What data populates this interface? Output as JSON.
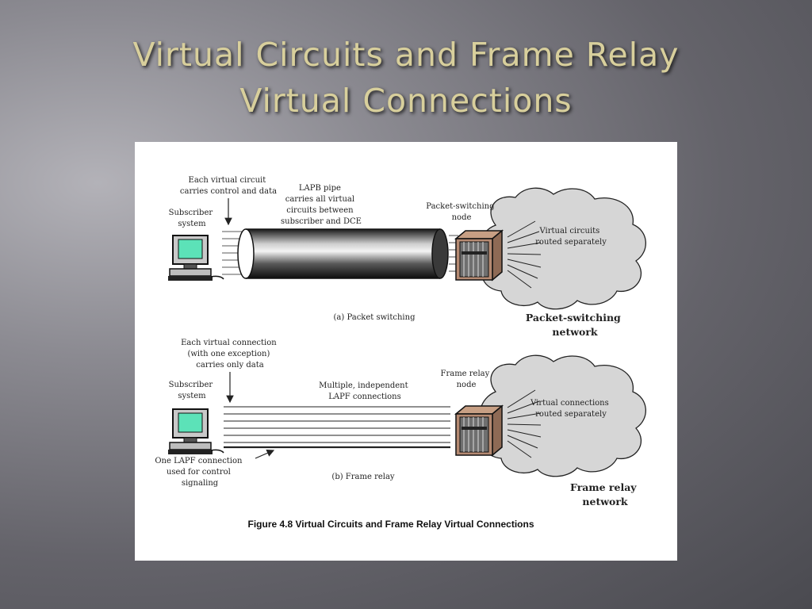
{
  "slide": {
    "title_line1": "Virtual Circuits and Frame Relay",
    "title_line2": "Virtual Connections"
  },
  "figure": {
    "panel_a": {
      "each_vc": [
        "Each virtual circuit",
        "carries control and data"
      ],
      "subscriber": [
        "Subscriber",
        "system"
      ],
      "pipe": [
        "LAPB pipe",
        "carries all virtual",
        "circuits between",
        "subscriber and DCE"
      ],
      "node": [
        "Packet-switching",
        "node"
      ],
      "cloud_text": [
        "Virtual circuits",
        "routed separately"
      ],
      "caption": "(a) Packet switching",
      "network": [
        "Packet-switching",
        "network"
      ]
    },
    "panel_b": {
      "each_vconn": [
        "Each virtual connection",
        "(with one exception)",
        "carries only data"
      ],
      "subscriber": [
        "Subscriber",
        "system"
      ],
      "multiple": [
        "Multiple, independent",
        "LAPF connections"
      ],
      "node": [
        "Frame relay",
        "node"
      ],
      "cloud_text": [
        "Virtual connections",
        "routed separately"
      ],
      "one_lapf": [
        "One LAPF connection",
        "used for control",
        "signaling"
      ],
      "caption": "(b) Frame relay",
      "network": [
        "Frame relay",
        "network"
      ]
    },
    "figure_caption": "Figure 4.8 Virtual Circuits and Frame Relay Virtual Connections"
  }
}
